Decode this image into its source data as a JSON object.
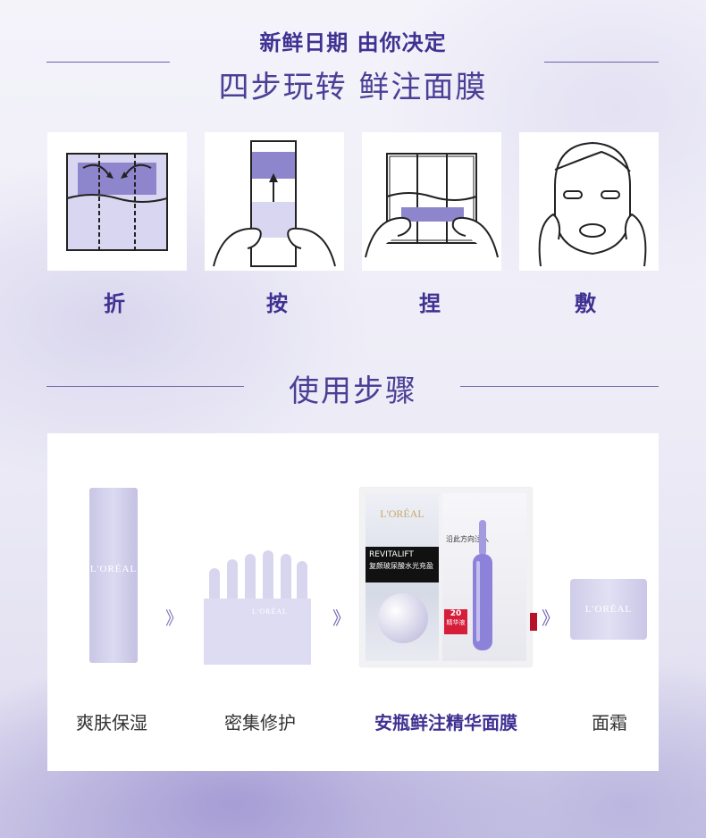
{
  "header": {
    "slogan": "新鲜日期 由你决定",
    "title": "四步玩转 鲜注面膜"
  },
  "steps": [
    {
      "label": "折",
      "icon": "fold-mask-icon"
    },
    {
      "label": "按",
      "icon": "press-mask-icon"
    },
    {
      "label": "捏",
      "icon": "pinch-mask-icon"
    },
    {
      "label": "敷",
      "icon": "apply-mask-face-icon"
    }
  ],
  "usage": {
    "title": "使用步骤",
    "products": [
      {
        "label": "爽肤保湿",
        "brand": "L'ORÉAL"
      },
      {
        "label": "密集修护",
        "brand": "L'ORÉAL"
      },
      {
        "label": "安瓶鲜注精华面膜",
        "brand": "L'ORÉAL",
        "packet_line": "REVITALIFT",
        "packet_cn": "复颜玻尿酸水光充盈",
        "packet_tag": "沿此方向注入",
        "ampoule_badge": "20",
        "ampoule_text": "精华液"
      },
      {
        "label": "面霜",
        "brand": "L'ORÉAL"
      }
    ],
    "separator": "》"
  },
  "colors": {
    "accent": "#3f3192",
    "line": "#6b62a8",
    "lavender": "#b9b4e0"
  }
}
